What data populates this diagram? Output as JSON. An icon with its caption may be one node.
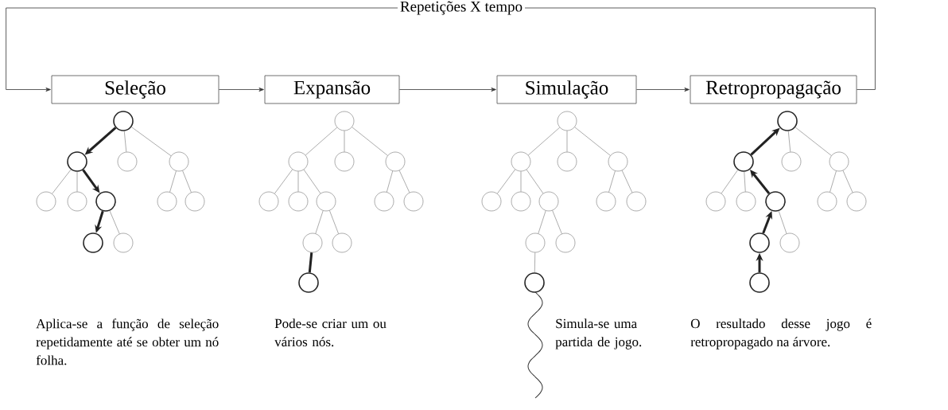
{
  "diagram": {
    "nodes": [
      {
        "text": [
          "Seleção"
        ]
      },
      {
        "text": [
          "Expansão"
        ]
      },
      {
        "text": [
          "Simulação"
        ]
      },
      {
        "text": [
          "Retropropagação"
        ]
      },
      {
        "text": [],
        "shape": "circle"
      },
      {
        "text": [],
        "shape": "circle"
      },
      {
        "text": [],
        "shape": "circle"
      },
      {
        "text": [],
        "shape": "circle"
      },
      {
        "text": [],
        "shape": "circle"
      },
      {
        "text": [],
        "shape": "circle"
      },
      {
        "text": [],
        "shape": "circle"
      },
      {
        "text": [],
        "shape": "circle"
      },
      {
        "text": [],
        "shape": "circle"
      },
      {
        "text": [],
        "shape": "circle"
      },
      {
        "text": [],
        "shape": "circle"
      },
      {
        "text": [],
        "shape": "circle"
      },
      {
        "text": [],
        "shape": "circle"
      },
      {
        "text": [],
        "shape": "circle"
      },
      {
        "text": [],
        "shape": "circle"
      },
      {
        "text": [],
        "shape": "circle"
      },
      {
        "text": [],
        "shape": "circle"
      },
      {
        "text": [],
        "shape": "circle"
      },
      {
        "text": [],
        "shape": "circle"
      },
      {
        "text": [],
        "shape": "circle"
      },
      {
        "text": [],
        "shape": "circle"
      },
      {
        "text": [],
        "shape": "circle"
      },
      {
        "text": [],
        "shape": "circle"
      },
      {
        "text": [],
        "shape": "circle"
      },
      {
        "text": [],
        "shape": "circle"
      },
      {
        "text": [],
        "shape": "circle"
      },
      {
        "text": [],
        "shape": "circle"
      },
      {
        "text": [],
        "shape": "circle"
      },
      {
        "text": [],
        "shape": "circle"
      },
      {
        "text": [],
        "shape": "circle"
      },
      {
        "text": [],
        "shape": "circle"
      },
      {
        "text": [],
        "shape": "circle"
      },
      {
        "text": [],
        "shape": "circle"
      },
      {
        "text": [],
        "shape": "circle"
      },
      {
        "text": [],
        "shape": "circle"
      },
      {
        "text": [],
        "shape": "circle"
      },
      {
        "text": [],
        "shape": "circle"
      },
      {
        "text": [],
        "shape": "circle"
      },
      {
        "text": [],
        "shape": "circle"
      },
      {
        "text": [],
        "shape": "circle"
      },
      {
        "text": [],
        "shape": "circle"
      },
      {
        "text": [],
        "shape": "circle"
      },
      {
        "text": [],
        "shape": "circle"
      },
      {
        "text": [],
        "shape": "circle"
      },
      {
        "text": [],
        "shape": "circle"
      },
      {
        "text": [],
        "shape": "circle"
      },
      {
        "text": [],
        "shape": "circle"
      }
    ],
    "edges": [
      {
        "from": 0,
        "to": 1,
        "arrow": "to"
      },
      {
        "from": 1,
        "to": 2,
        "arrow": "to"
      },
      {
        "from": 2,
        "to": 3,
        "arrow": "to"
      },
      {
        "from": 3,
        "to": 0,
        "arrow": "to",
        "label": "Repetições X tempo"
      },
      {
        "from": 4,
        "to": 5,
        "arrow": "to",
        "style": "thick",
        "color": "#222222"
      },
      {
        "from": 4,
        "to": 6,
        "arrow": "none"
      },
      {
        "from": 4,
        "to": 7,
        "arrow": "none"
      },
      {
        "from": 5,
        "to": 8,
        "arrow": "none"
      },
      {
        "from": 5,
        "to": 9,
        "arrow": "none"
      },
      {
        "from": 5,
        "to": 10,
        "arrow": "to",
        "style": "thick",
        "color": "#222222"
      },
      {
        "from": 7,
        "to": 11,
        "arrow": "none"
      },
      {
        "from": 7,
        "to": 12,
        "arrow": "none"
      },
      {
        "from": 10,
        "to": 13,
        "arrow": "to",
        "style": "thick",
        "color": "#222222"
      },
      {
        "from": 10,
        "to": 14,
        "arrow": "none"
      },
      {
        "from": 15,
        "to": 16,
        "arrow": "none"
      },
      {
        "from": 15,
        "to": 17,
        "arrow": "none"
      },
      {
        "from": 15,
        "to": 18,
        "arrow": "none"
      },
      {
        "from": 16,
        "to": 19,
        "arrow": "none"
      },
      {
        "from": 16,
        "to": 20,
        "arrow": "none"
      },
      {
        "from": 16,
        "to": 21,
        "arrow": "none"
      },
      {
        "from": 18,
        "to": 22,
        "arrow": "none"
      },
      {
        "from": 18,
        "to": 23,
        "arrow": "none"
      },
      {
        "from": 21,
        "to": 24,
        "arrow": "none"
      },
      {
        "from": 21,
        "to": 25,
        "arrow": "none"
      },
      {
        "from": 24,
        "to": 26,
        "arrow": "none",
        "style": "thick",
        "color": "#222222"
      },
      {
        "from": 27,
        "to": 28,
        "arrow": "none"
      },
      {
        "from": 27,
        "to": 29,
        "arrow": "none"
      },
      {
        "from": 27,
        "to": 30,
        "arrow": "none"
      },
      {
        "from": 28,
        "to": 31,
        "arrow": "none"
      },
      {
        "from": 28,
        "to": 32,
        "arrow": "none"
      },
      {
        "from": 28,
        "to": 33,
        "arrow": "none"
      },
      {
        "from": 30,
        "to": 34,
        "arrow": "none"
      },
      {
        "from": 30,
        "to": 35,
        "arrow": "none"
      },
      {
        "from": 33,
        "to": 36,
        "arrow": "none"
      },
      {
        "from": 33,
        "to": 37,
        "arrow": "none"
      },
      {
        "from": 36,
        "to": 38,
        "arrow": "none"
      },
      {
        "from": 40,
        "to": 39,
        "arrow": "to",
        "style": "thick",
        "color": "#222222"
      },
      {
        "from": 39,
        "to": 41,
        "arrow": "none"
      },
      {
        "from": 39,
        "to": 42,
        "arrow": "none"
      },
      {
        "from": 40,
        "to": 43,
        "arrow": "none"
      },
      {
        "from": 40,
        "to": 44,
        "arrow": "none"
      },
      {
        "from": 45,
        "to": 40,
        "arrow": "to",
        "style": "thick",
        "color": "#222222"
      },
      {
        "from": 42,
        "to": 46,
        "arrow": "none"
      },
      {
        "from": 42,
        "to": 47,
        "arrow": "none"
      },
      {
        "from": 48,
        "to": 45,
        "arrow": "to",
        "style": "thick",
        "color": "#222222"
      },
      {
        "from": 45,
        "to": 49,
        "arrow": "none"
      },
      {
        "from": 50,
        "to": 48,
        "arrow": "to",
        "style": "thick",
        "color": "#222222"
      }
    ],
    "labels": [
      "Aplica-se a função de seleção repetidamente até se obter um nó folha.",
      "Pode-se criar um ou vários nós.",
      "Simula-se uma partida de jogo.",
      "O resultado desse jogo é retropropagado na árvore."
    ]
  }
}
